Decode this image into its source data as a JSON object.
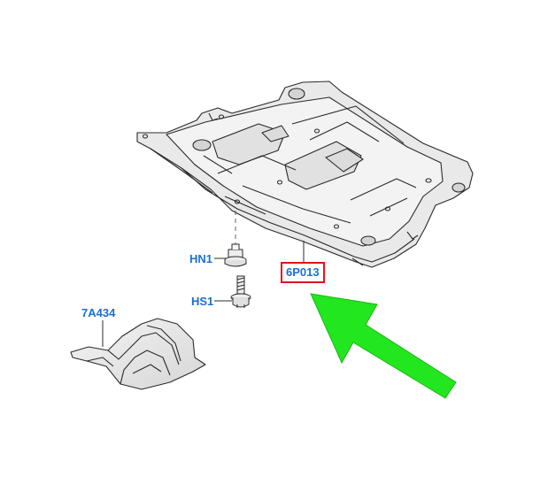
{
  "labels": {
    "hn1": "HN1",
    "hs1": "HS1",
    "a7a434": "7A434",
    "p6p013": "6P013"
  },
  "colors": {
    "label_text": "#1a6fd6",
    "highlight_box": "#e0141e",
    "arrow": "#22e61e",
    "line_art": "#2b2b2b",
    "part_fill": "#e4e4e4"
  },
  "icons": {
    "arrow": "pointer-arrow-icon"
  }
}
